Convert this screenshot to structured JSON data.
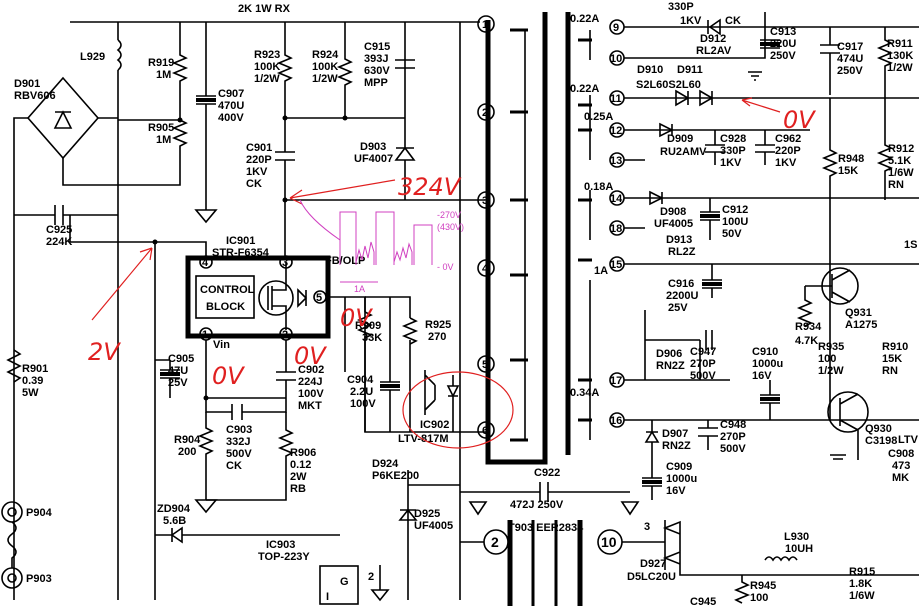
{
  "labels": {
    "top_resistor": "2K 1W RX",
    "l929": "L929",
    "d901": "D901",
    "d901_val": "RBV606",
    "r919": "R919",
    "r919_val": "1M",
    "r905": "R905",
    "r905_val": "1M",
    "c907": "C907",
    "c907_v1": "470U",
    "c907_v2": "400V",
    "r923": "R923",
    "r923_v1": "100K",
    "r923_v2": "1/2W",
    "r924": "R924",
    "r924_v1": "100K",
    "r924_v2": "1/2W",
    "c915": "C915",
    "c915_v1": "393J",
    "c915_v2": "630V",
    "c915_v3": "MPP",
    "c901": "C901",
    "c901_v1": "220P",
    "c901_v2": "1KV",
    "c901_v3": "CK",
    "d903": "D903",
    "d903_val": "UF4007",
    "c925": "C925",
    "c925_val": "224K",
    "ic901": "IC901",
    "ic901_val": "STR-F6354",
    "control1": "CONTROL",
    "control2": "BLOCK",
    "vin": "Vin",
    "fb_olp": "FB/OLP",
    "r909": "R909",
    "r909_val": "33K",
    "r925": "R925",
    "r925_val": "270",
    "r901": "R901",
    "r901_v1": "0.39",
    "r901_v2": "5W",
    "c905": "C905",
    "c905_v1": "47U",
    "c905_v2": "25V",
    "c902": "C902",
    "c902_v1": "224J",
    "c902_v2": "100V",
    "c902_v3": "MKT",
    "c904": "C904",
    "c904_v1": "2.2U",
    "c904_v2": "100V",
    "ic902": "IC902",
    "ic902_val": "LTV-817M",
    "c903": "C903",
    "c903_v1": "332J",
    "c903_v2": "500V",
    "c903_v3": "CK",
    "r904": "R904",
    "r904_val": "200",
    "r906": "R906",
    "r906_v1": "0.12",
    "r906_v2": "2W",
    "r906_v3": "RB",
    "d924": "D924",
    "d924_val": "P6KE200",
    "d925": "D925",
    "d925_val": "UF4005",
    "zd904": "ZD904",
    "zd904_val": "5.6B",
    "p904": "P904",
    "p903": "P903",
    "ic903": "IC903",
    "ic903_val": "TOP-223Y",
    "c922": "C922",
    "c922_val": "472J 250V",
    "t903": "T903  EER2834",
    "a022a": "0.22A",
    "a022b": "0.22A",
    "a025": "0.25A",
    "a018": "0.18A",
    "a1": "1A",
    "a034": "0.34A",
    "v330p": "330P",
    "v1kv": "1KV",
    "ck": "CK",
    "c913": "C913",
    "c913_v1": "220U",
    "c913_v2": "250V",
    "d912": "D912",
    "d912_val": "RL2AV",
    "d910": "D910",
    "d911": "D911",
    "d910_val": "S2L60S2L60",
    "c917": "C917",
    "c917_v1": "474U",
    "c917_v2": "250V",
    "r911": "R911",
    "r911_v1": "130K",
    "r911_v2": "1/2W",
    "d909": "D909",
    "d909_val": "RU2AMV",
    "c928": "C928",
    "c928_v1": "330P",
    "c928_v2": "1KV",
    "c962": "C962",
    "c962_v1": "220P",
    "c962_v2": "1KV",
    "r948": "R948",
    "r948_val": "15K",
    "r912": "R912",
    "r912_v1": "5.1K",
    "r912_v2": "1/6W",
    "r912_v3": "RN",
    "d908": "D908",
    "d908_val": "UF4005",
    "c912": "C912",
    "c912_v1": "100U",
    "c912_v2": "50V",
    "d913": "D913",
    "d913_val": "RL2Z",
    "c916": "C916",
    "c916_v1": "2200U",
    "c916_v2": "25V",
    "q931": "Q931",
    "q931_val": "A1275",
    "r934": "R934",
    "r934_val": "4.7K",
    "r935": "R935",
    "r935_v1": "100",
    "r935_v2": "1/2W",
    "r910": "R910",
    "r910_v1": "15K",
    "r910_v2": "RN",
    "d906": "D906",
    "d906_val": "RN2Z",
    "c947": "C947",
    "c947_v1": "270P",
    "c947_v2": "500V",
    "c910": "C910",
    "c910_v1": "1000u",
    "c910_v2": "16V",
    "q930": "Q930",
    "q930_val": "C3198",
    "d907": "D907",
    "d907_val": "RN2Z",
    "c948": "C948",
    "c948_v1": "270P",
    "c948_v2": "500V",
    "c909": "C909",
    "c909_v1": "1000u",
    "c909_v2": "16V",
    "d927": "D927",
    "d927_val": "D5LC20U",
    "l930": "L930",
    "l930_val": "10UH",
    "r945": "R945",
    "r945_val": "100",
    "c945": "C945",
    "r915": "R915",
    "r915_v1": "1.8K",
    "r915_v2": "1/6W",
    "ltv": "LTV",
    "c908": "C908",
    "c908_v1": "473",
    "c908_v2": "MK",
    "sec_1s": "1S",
    "pin_1": "1",
    "pin_2": "2",
    "pin_3": "3",
    "pin_4": "4",
    "pin_5": "5",
    "pin_6": "6",
    "pin_9": "9",
    "pin_10": "10",
    "pin_11": "11",
    "pin_12": "12",
    "pin_13": "13",
    "pin_14": "14",
    "pin_15": "15",
    "pin_16": "16",
    "pin_17": "17",
    "pin_18": "18",
    "icpin_1": "1",
    "icpin_2": "2",
    "icpin_3": "3",
    "icpin_4": "4",
    "icpin_5": "5",
    "t903_pin2": "2",
    "t903_pin10": "10",
    "ic903_g": "G",
    "ic903_i": "I",
    "ic903_2": "2"
  },
  "annotations": {
    "v324": "324V",
    "v0_top": "0V",
    "v2": "2V",
    "v0_a": "0V",
    "v0_b": "0V",
    "v0_c": "0V",
    "wave_hi": "-270V",
    "wave_hi2": "(430V)",
    "wave_lo": "- 0V",
    "wave_1a": "1A"
  },
  "colors": {
    "ink": "#000000",
    "annotation": "#e02020",
    "pencil": "#d040c0"
  }
}
